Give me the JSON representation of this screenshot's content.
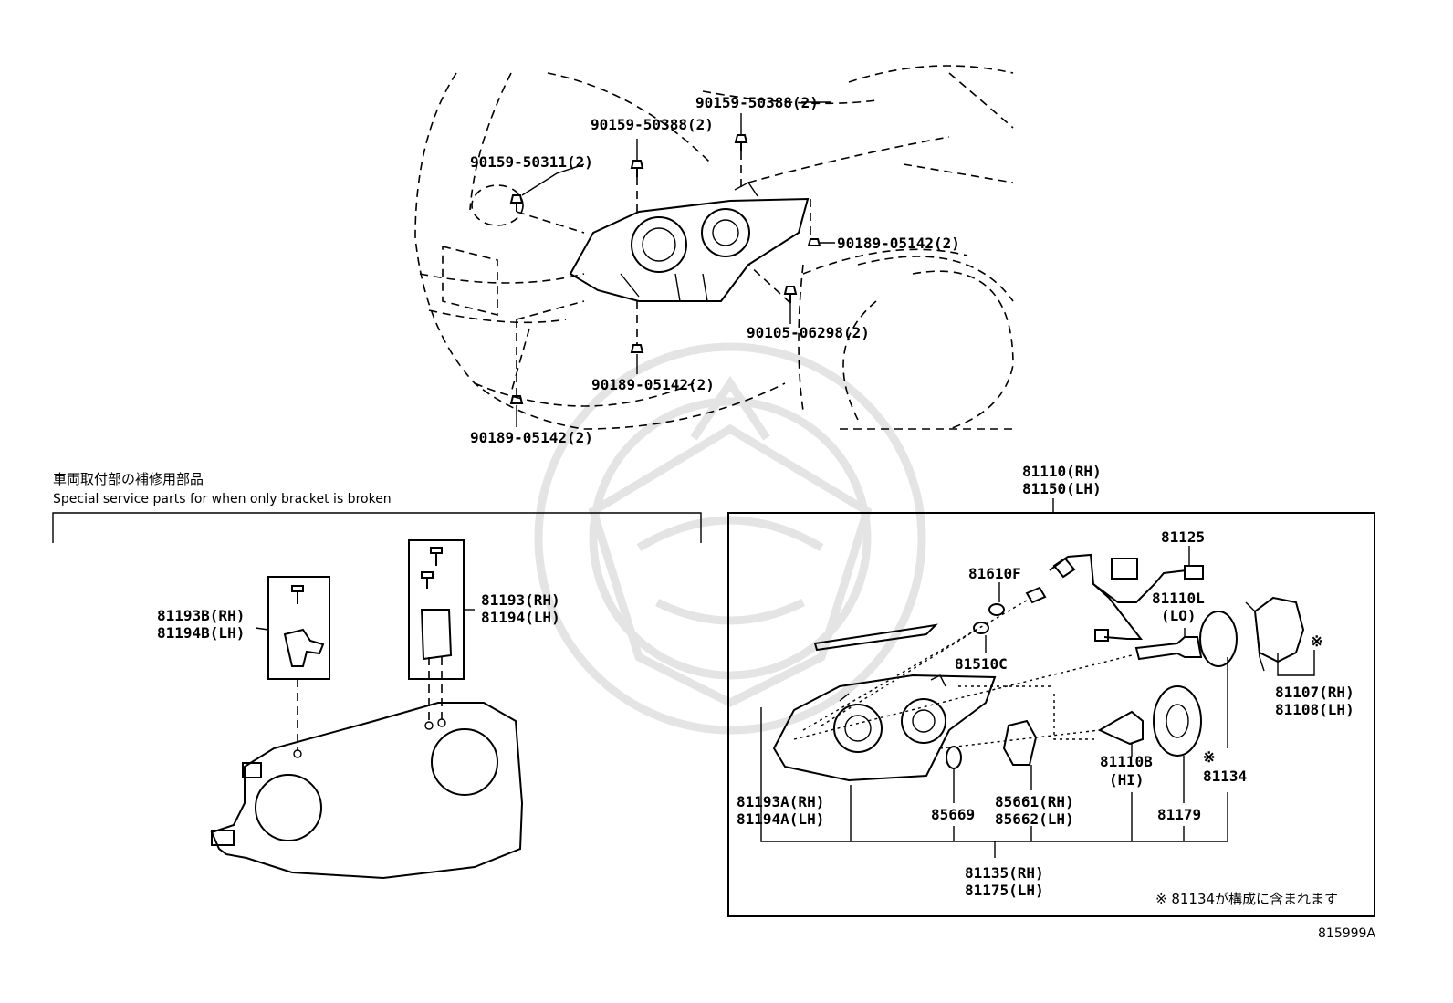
{
  "diagram_id": "815999A",
  "section": {
    "title_jp": "車両取付部の補修用部品",
    "title_en": "Special service parts for when only bracket is broken"
  },
  "note": "※ 81134が構成に含まれます",
  "asterisk": "※",
  "top_labels": {
    "bolt_a": "90159-50388(2)",
    "bolt_b": "90159-50388(2)",
    "bolt_c": "90159-50311(2)",
    "clip_right": "90189-05142(2)",
    "screw": "90105-06298(2)",
    "clip_mid": "90189-05142(2)",
    "clip_low": "90189-05142(2)"
  },
  "left_labels": {
    "kit_b_rh": "81193B(RH)",
    "kit_b_lh": "81194B(LH)",
    "kit_rh": "81193(RH)",
    "kit_lh": "81194(LH)"
  },
  "right_labels": {
    "assy_rh": "81110(RH)",
    "assy_lh": "81150(LH)",
    "wire": "81125",
    "socket": "81610F",
    "bulb_small": "81510C",
    "bulb_lo": "81110L",
    "bulb_lo_tag": "(LO)",
    "cover_rh": "81107(RH)",
    "cover_lh": "81108(LH)",
    "bracket_a_rh": "81193A(RH)",
    "bracket_a_lh": "81194A(LH)",
    "oring": "85669",
    "ballast_rh": "85661(RH)",
    "ballast_lh": "85662(LH)",
    "bulb_hi": "81110B",
    "bulb_hi_tag": "(HI)",
    "cap": "81179",
    "gasket": "81134",
    "unit_rh": "81135(RH)",
    "unit_lh": "81175(LH)"
  }
}
